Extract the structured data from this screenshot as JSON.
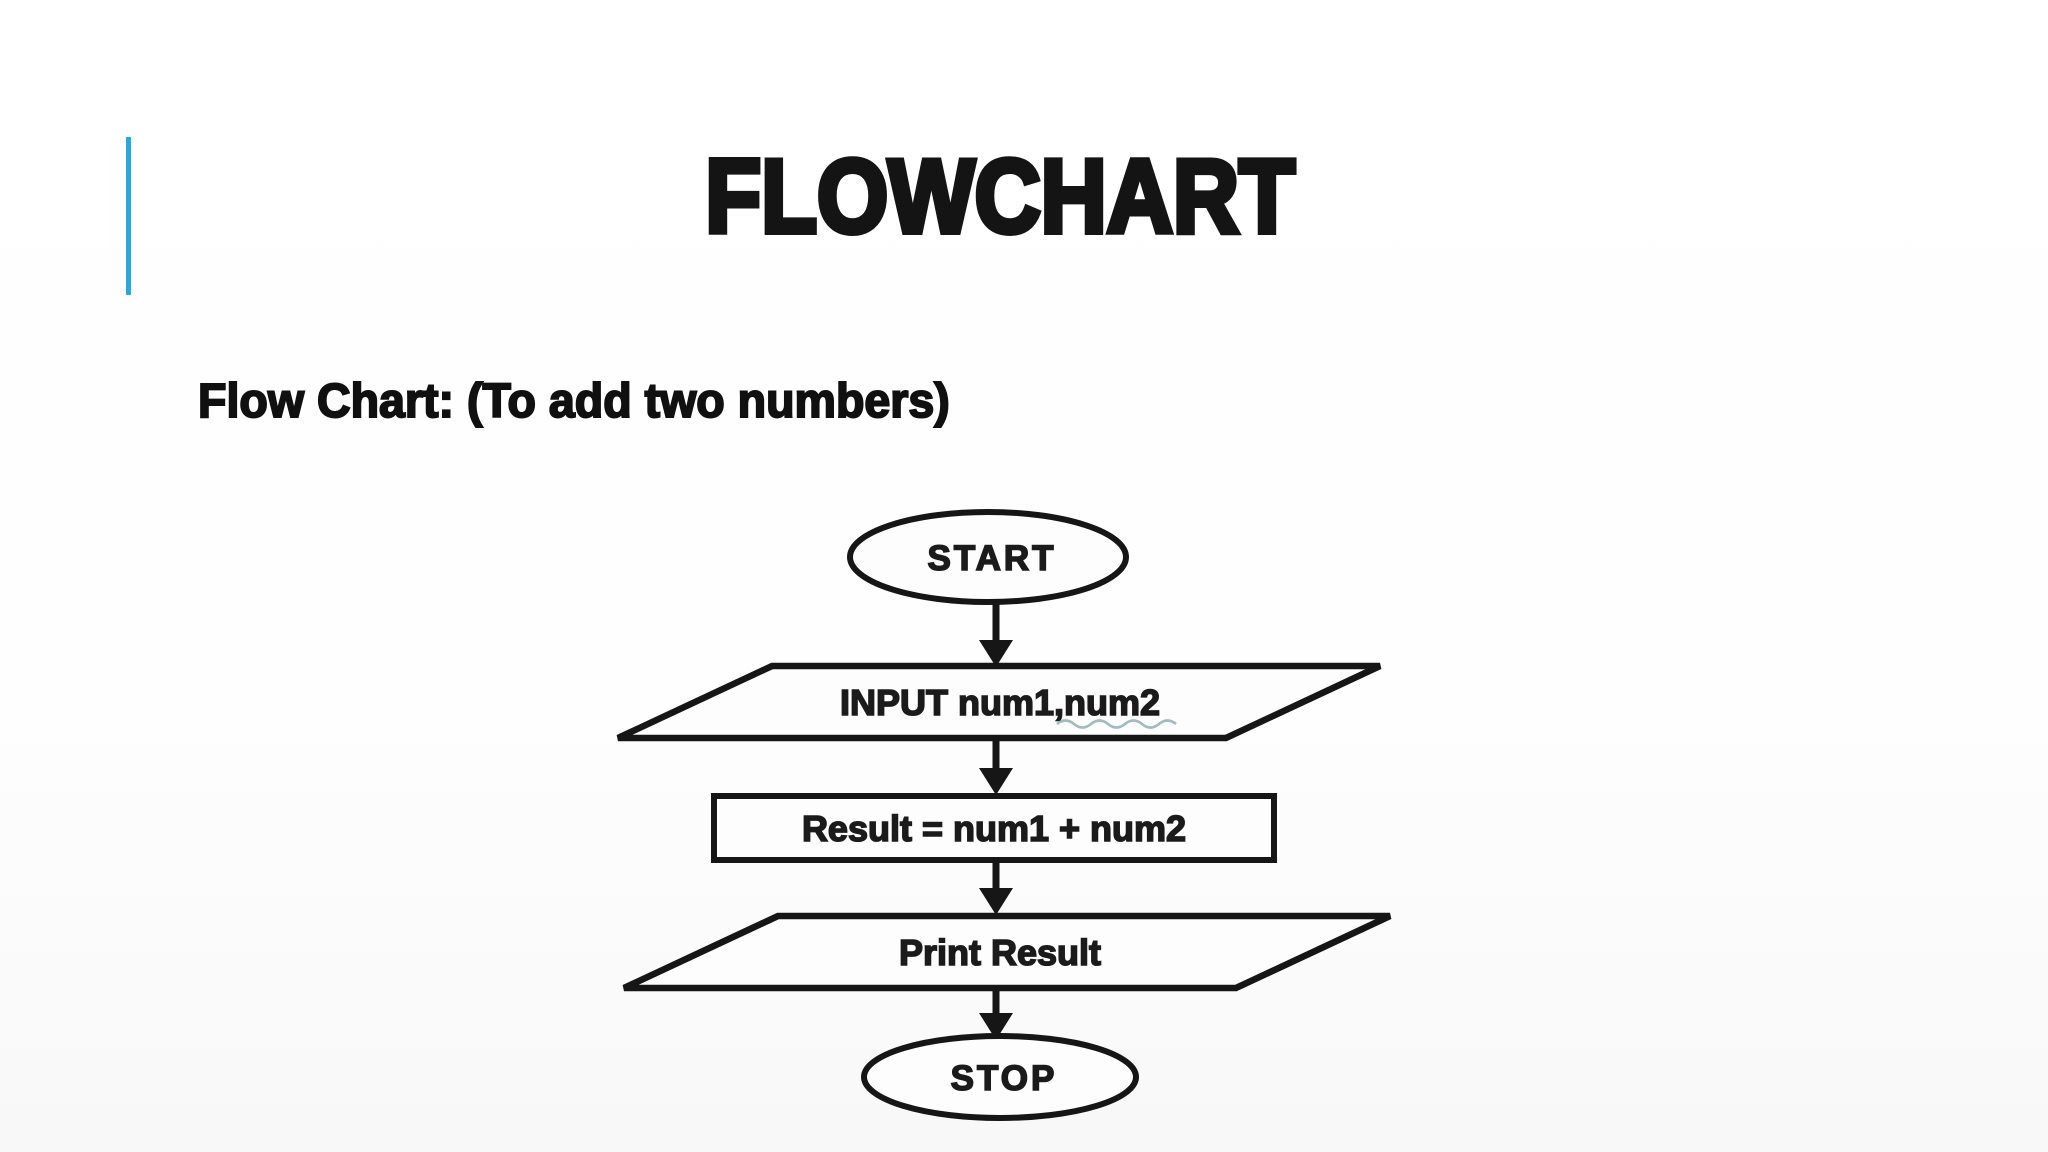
{
  "slide": {
    "title": "FLOWCHART",
    "subtitle": "Flow Chart: (To add two numbers)",
    "accent_color": "#2CA6DF",
    "text_color": "#141414"
  },
  "flowchart": {
    "stroke_color": "#161616",
    "spellcheck_underline_color": "#8FB0B2",
    "nodes": [
      {
        "id": "start",
        "type": "terminator",
        "label": "START"
      },
      {
        "id": "input",
        "type": "input-output",
        "label_main": "INPUT num1",
        "label_spellcheck": ",num2"
      },
      {
        "id": "process",
        "type": "process",
        "label": "Result = num1 + num2"
      },
      {
        "id": "output",
        "type": "input-output",
        "label": "Print Result"
      },
      {
        "id": "stop",
        "type": "terminator",
        "label": "STOP"
      }
    ]
  }
}
